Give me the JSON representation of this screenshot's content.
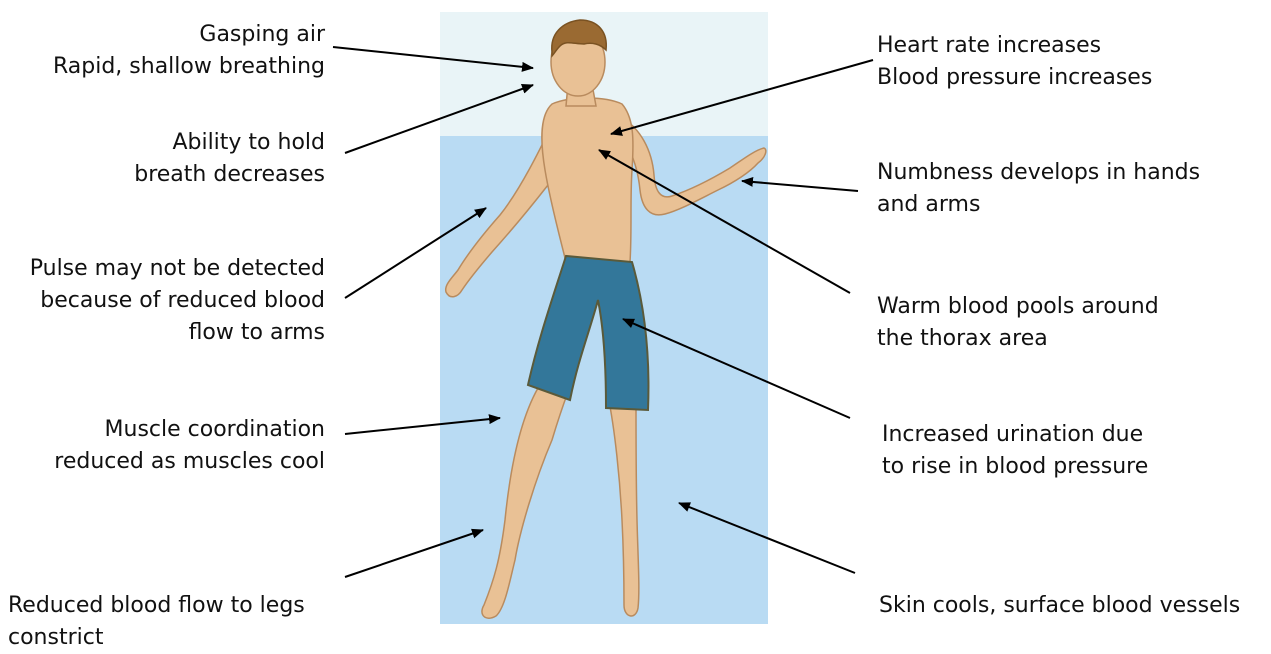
{
  "colors": {
    "air": "#e9f4f7",
    "water": "#b9dbf3",
    "skin": "#e9c195",
    "skin_outline": "#b98b5e",
    "hair": "#9a6a32",
    "shorts": "#33779a",
    "shorts_outline": "#5a5a3a",
    "arrow": "#000000"
  },
  "labels": {
    "gasping": [
      "Gasping air",
      "Rapid, shallow breathing"
    ],
    "hold_breath": [
      "Ability to hold",
      "breath decreases"
    ],
    "pulse": [
      "Pulse may not be detected",
      "because of reduced blood",
      "flow to arms"
    ],
    "muscle": [
      "Muscle coordination",
      "reduced as muscles cool"
    ],
    "legs": [
      "Reduced blood flow to legs",
      "constrict"
    ],
    "heart": [
      "Heart rate increases",
      "Blood pressure increases"
    ],
    "numbness": [
      "Numbness develops in hands",
      "and arms"
    ],
    "warm_blood": [
      "Warm blood pools around",
      "the thorax area"
    ],
    "urination": [
      "Increased urination due",
      "to rise in blood pressure"
    ],
    "skin": [
      "Skin cools, surface blood vessels"
    ]
  }
}
